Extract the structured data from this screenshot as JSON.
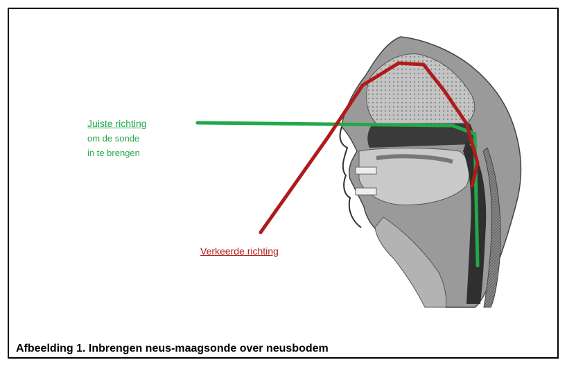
{
  "figure": {
    "correct_direction": {
      "line1": "Juiste richting",
      "line2": "om de sonde",
      "line3": "in te brengen",
      "color": "#22a84a"
    },
    "wrong_direction": {
      "label": "Verkeerde richting",
      "color": "#b01a1a"
    },
    "caption": "Afbeelding 1. Inbrengen neus-maagsonde over neusbodem"
  }
}
